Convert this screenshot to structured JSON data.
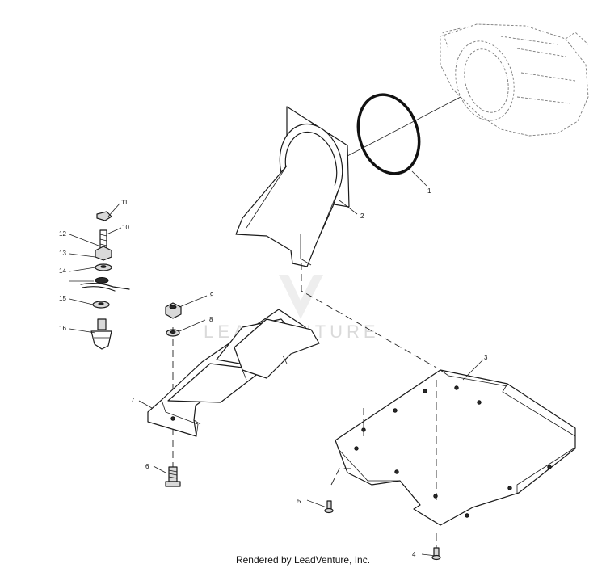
{
  "callouts": [
    "1",
    "2",
    "3",
    "4",
    "5",
    "6",
    "7",
    "8",
    "9",
    "10",
    "11",
    "12",
    "13",
    "14",
    "15",
    "16"
  ],
  "watermark": "LEADVENTURE",
  "caption": "Rendered by LeadVenture, Inc."
}
